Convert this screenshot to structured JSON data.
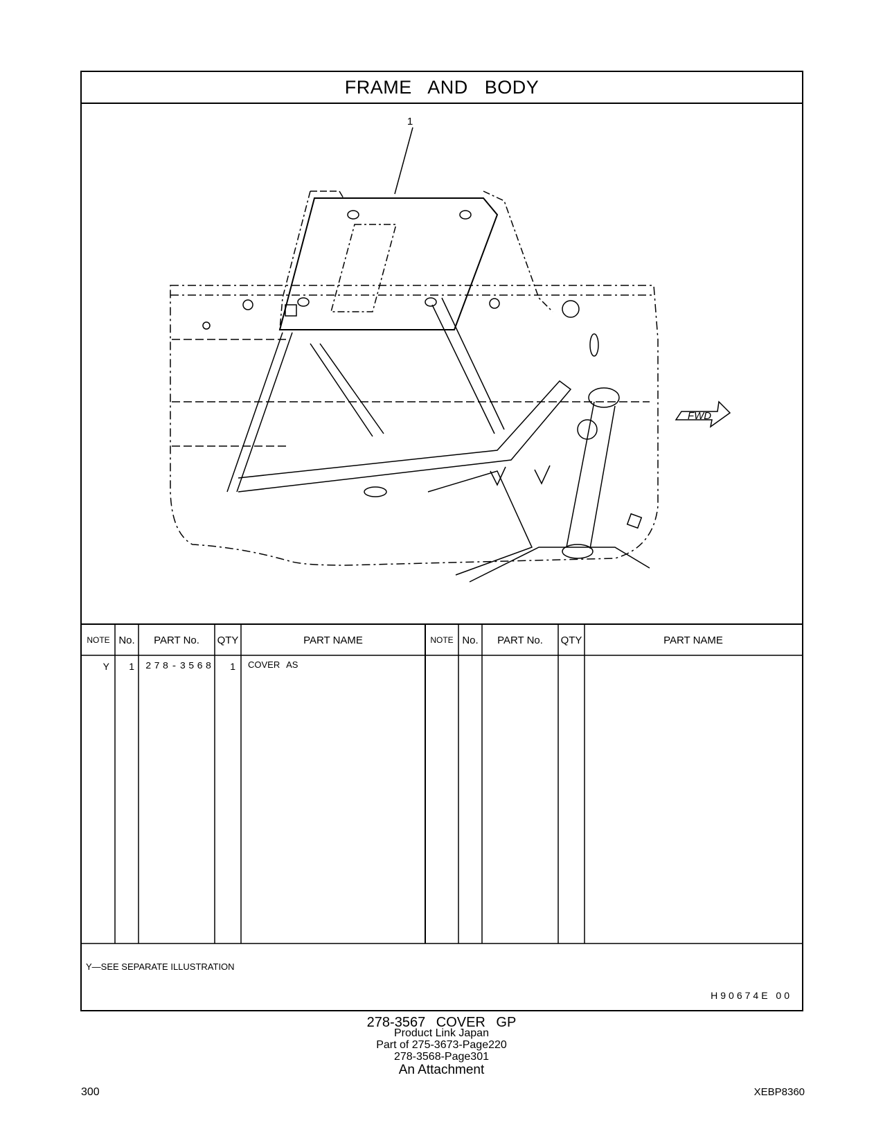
{
  "header": {
    "title": "FRAME AND BODY"
  },
  "illustration": {
    "callout_label": "1",
    "fwd_label": "FWD"
  },
  "table": {
    "headers": {
      "note": "NOTE",
      "no": "No.",
      "part_no": "PART No.",
      "qty": "QTY",
      "part_name": "PART NAME"
    },
    "rows": [
      {
        "note": "Y",
        "no": "1",
        "part_no": "278-3568",
        "qty": "1",
        "part_name": "COVER AS"
      }
    ]
  },
  "footnote": "Y—SEE SEPARATE ILLUSTRATION",
  "illustration_code": "H90674E 00",
  "caption": {
    "main": "278-3567 COVER GP",
    "line2": "Product Link Japan",
    "line3": "Part of 275-3673-Page220",
    "line4": "278-3568-Page301",
    "line5": "An Attachment"
  },
  "page_number": "300",
  "document_id": "XEBP8360"
}
